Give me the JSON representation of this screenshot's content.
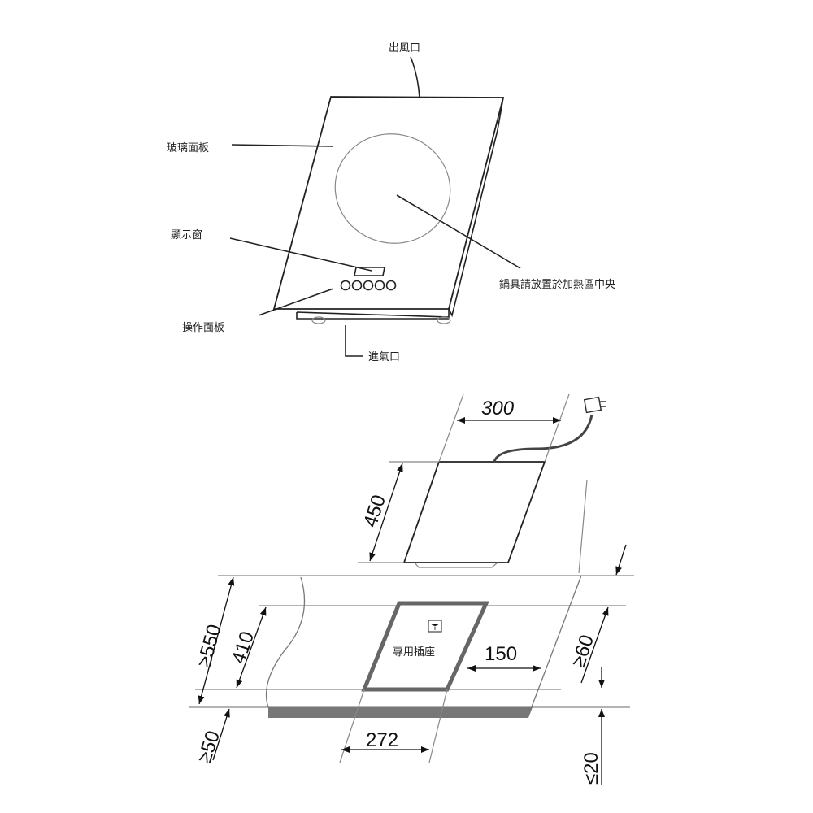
{
  "top_diagram": {
    "labels": {
      "air_outlet": "出風口",
      "glass_panel": "玻璃面板",
      "display_window": "顯示窗",
      "control_panel": "操作面板",
      "air_inlet": "進氣口",
      "cookware_note": "鍋具請放置於加熱區中央"
    }
  },
  "bottom_diagram": {
    "dimensions": {
      "width": "300",
      "depth": "450",
      "counter_depth": "≥550",
      "cutout_depth": "410",
      "front_margin": "≥50",
      "cutout_width": "272",
      "side_clearance": "150",
      "back_margin": "≥60",
      "thickness": "≤20"
    },
    "socket_label": "專用插座"
  }
}
